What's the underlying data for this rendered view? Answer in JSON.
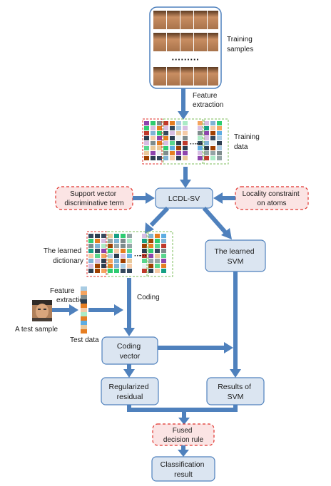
{
  "labels": {
    "training_samples": [
      "Training",
      "samples"
    ],
    "feature_extraction_top": [
      "Feature",
      "extraction"
    ],
    "training_data": [
      "Training",
      "data"
    ],
    "lcdl_sv": "LCDL-SV",
    "support_vector_term": [
      "Support vector",
      "discriminative term"
    ],
    "locality_constraint": [
      "Locality constraint",
      "on atoms"
    ],
    "learned_dictionary": [
      "The learned",
      "dictionary"
    ],
    "learned_svm": [
      "The learned",
      "SVM"
    ],
    "coding": "Coding",
    "feature_extraction_test": [
      "Feature",
      "extraction"
    ],
    "test_sample": "A test sample",
    "test_data": "Test data",
    "coding_vector": [
      "Coding",
      "vector"
    ],
    "regularized_residual": [
      "Regularized",
      "residual"
    ],
    "results_svm": [
      "Results of",
      "SVM"
    ],
    "fused_rule": [
      "Fused",
      "decision rule"
    ],
    "classification_result": [
      "Classification",
      "result"
    ],
    "ellipsis": "·········"
  },
  "colors": {
    "box_fill": "#dbe5f1",
    "box_stroke": "#4f81bd",
    "arrow": "#4f81bd",
    "dashed_red": "#e0312b",
    "dashed_green": "#7dbd5b"
  },
  "icons": {
    "face_photo": "face-photo-icon"
  }
}
